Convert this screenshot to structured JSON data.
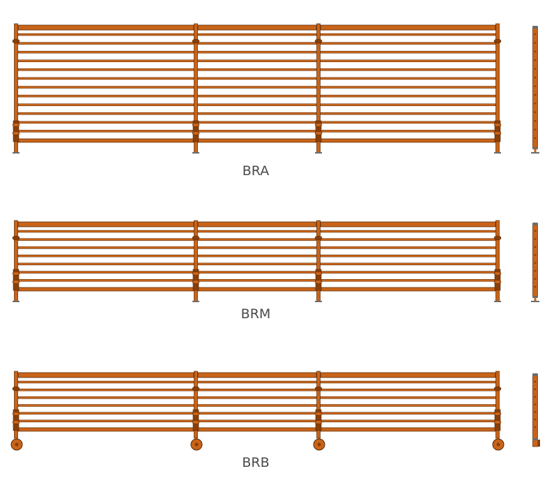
{
  "colors": {
    "wood": "#c8641a",
    "wood_dark": "#8a3f08",
    "wood_light": "#d8823a",
    "outline": "#5a2a05",
    "background": "#ffffff",
    "label": "#4a4a4a",
    "metal": "#6b6b6b"
  },
  "variants": [
    {
      "id": "bra",
      "label": "BRA",
      "rails": 13,
      "foot": "flat"
    },
    {
      "id": "brm",
      "label": "BRM",
      "rails": 8,
      "foot": "flat"
    },
    {
      "id": "brb",
      "label": "BRB",
      "rails": 7,
      "foot": "wheel"
    }
  ]
}
